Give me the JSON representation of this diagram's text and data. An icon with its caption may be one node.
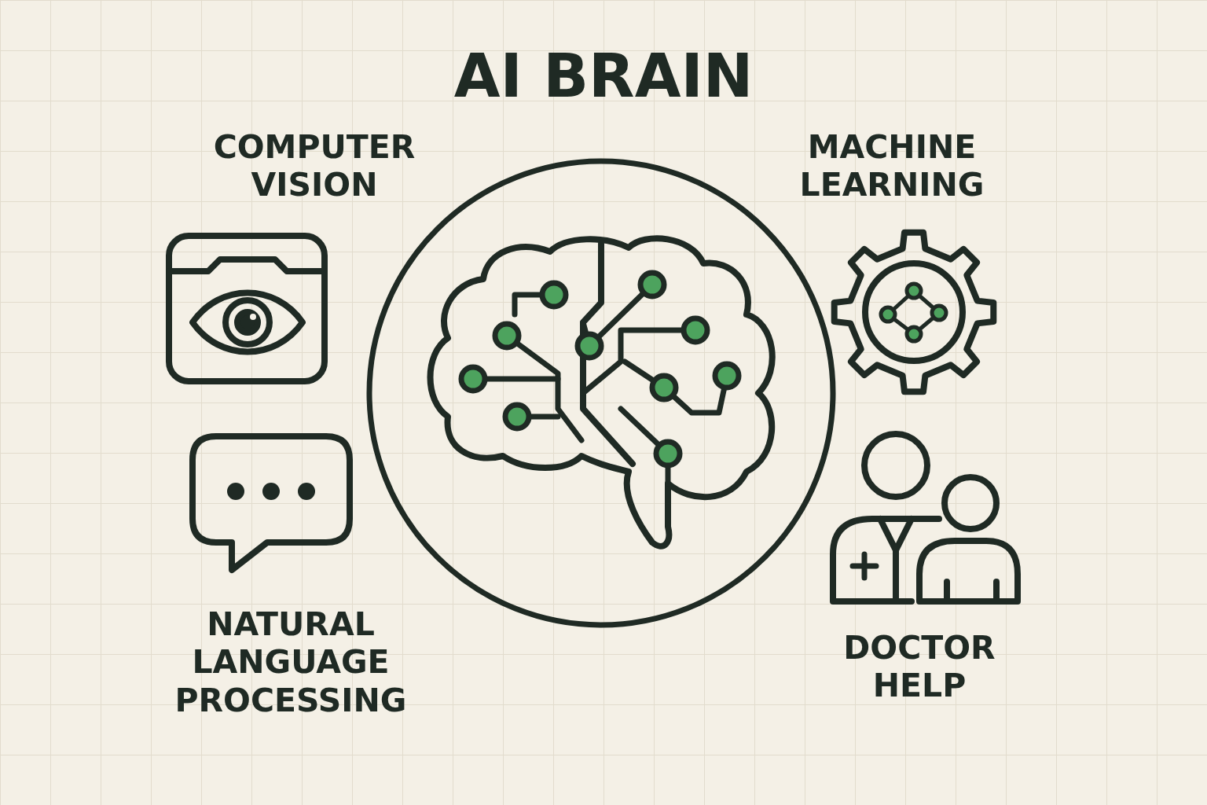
{
  "diagram": {
    "title": "AI BRAIN",
    "labels": [
      "COMPUTER VISION",
      "MACHINE LEARNING",
      "NATURAL LANGUAGE PROCESSING",
      "DOCTOR HELP"
    ]
  }
}
